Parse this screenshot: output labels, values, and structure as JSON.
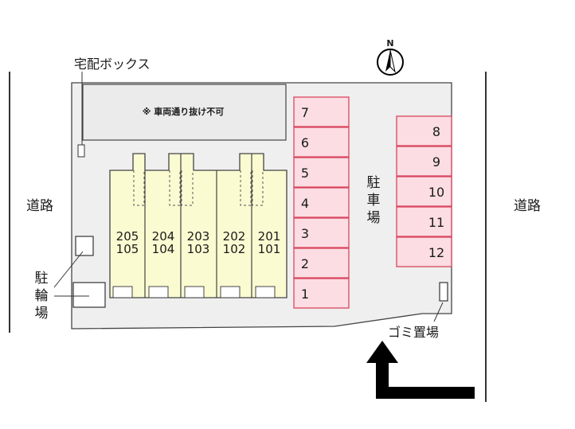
{
  "north_mark": "N",
  "labels": {
    "road_left": "道路",
    "road_right": "道路",
    "delivery_box": "宅配ボックス",
    "no_through": "※ 車両通り抜け不可",
    "parking_lot": [
      "駐",
      "車",
      "場"
    ],
    "bicycle_parking": [
      "駐",
      "輪",
      "場"
    ],
    "garbage": "ゴミ置場"
  },
  "units": [
    {
      "upper": "205",
      "lower": "105"
    },
    {
      "upper": "204",
      "lower": "104"
    },
    {
      "upper": "203",
      "lower": "103"
    },
    {
      "upper": "202",
      "lower": "102"
    },
    {
      "upper": "201",
      "lower": "101"
    }
  ],
  "parking_left": [
    "7",
    "6",
    "5",
    "4",
    "3",
    "2",
    "1"
  ],
  "parking_right": [
    "8",
    "9",
    "10",
    "11",
    "12"
  ],
  "colors": {
    "site": "#efefef",
    "building": "#fbfbd2",
    "parking_fill": "#fbdde3",
    "parking_border": "#d9465f",
    "outline": "#4a4a4a",
    "arrow": "#000000"
  },
  "entrance_arrow": "arrow-up-then-right"
}
